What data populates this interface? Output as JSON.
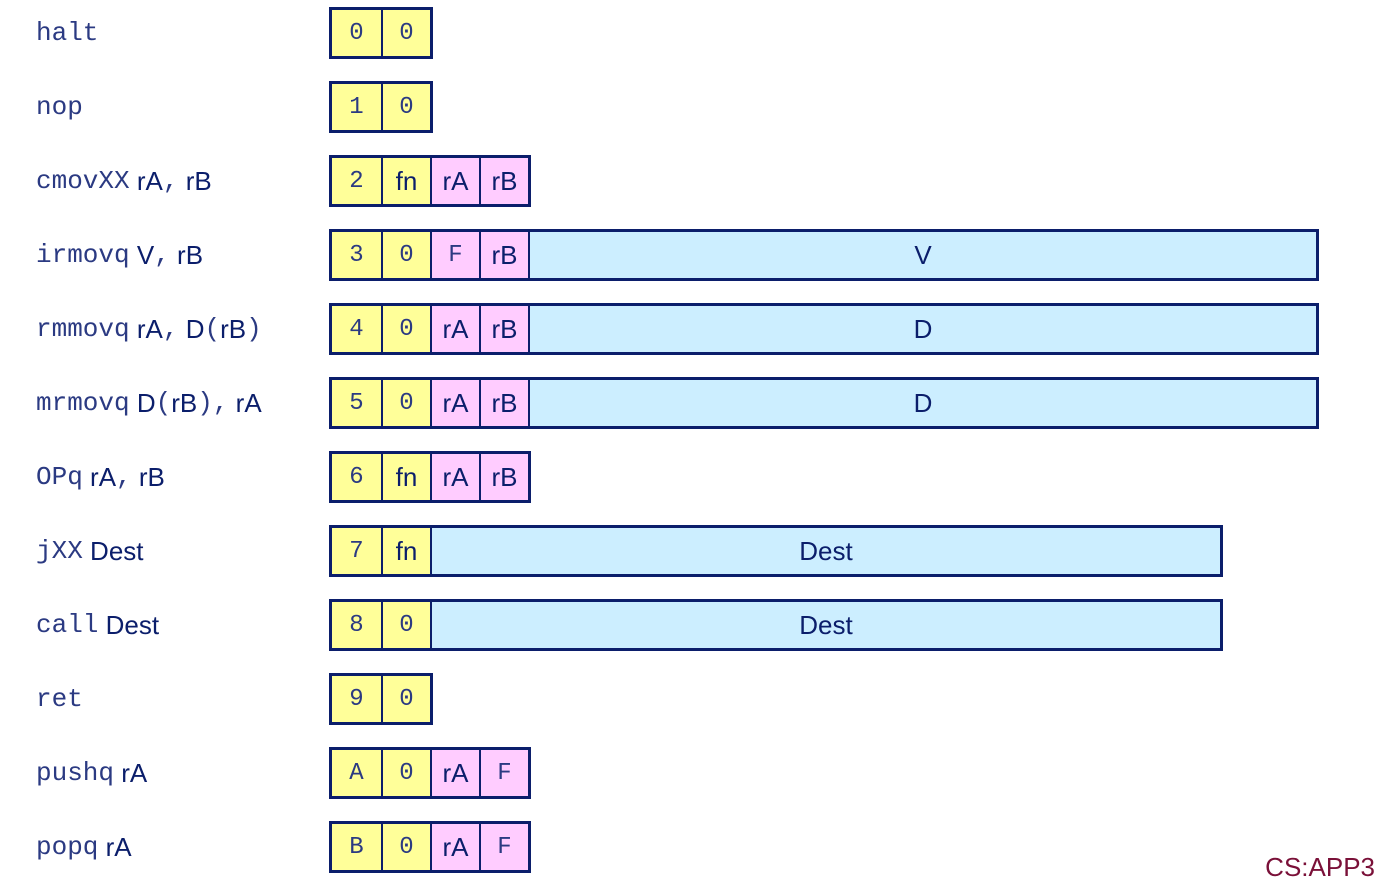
{
  "rows": [
    {
      "id": "halt",
      "label": [
        {
          "t": "halt",
          "s": "m"
        }
      ],
      "cells": [
        {
          "t": "0",
          "c": "yellow",
          "f": "m"
        },
        {
          "t": "0",
          "c": "yellow",
          "f": "m"
        }
      ]
    },
    {
      "id": "nop",
      "label": [
        {
          "t": "nop",
          "s": "m"
        }
      ],
      "cells": [
        {
          "t": "1",
          "c": "yellow",
          "f": "m"
        },
        {
          "t": "0",
          "c": "yellow",
          "f": "m"
        }
      ]
    },
    {
      "id": "cmovxx",
      "label": [
        {
          "t": "cmovXX",
          "s": "m"
        },
        {
          "t": " rA",
          "s": "s"
        },
        {
          "t": ",",
          "s": "m"
        },
        {
          "t": " rB",
          "s": "s"
        }
      ],
      "cells": [
        {
          "t": "2",
          "c": "yellow",
          "f": "m"
        },
        {
          "t": "fn",
          "c": "yellow",
          "f": "s"
        },
        {
          "t": "rA",
          "c": "pink",
          "f": "s"
        },
        {
          "t": "rB",
          "c": "pink",
          "f": "s"
        }
      ]
    },
    {
      "id": "irmovq",
      "label": [
        {
          "t": "irmovq",
          "s": "m"
        },
        {
          "t": " V",
          "s": "s"
        },
        {
          "t": ",",
          "s": "m"
        },
        {
          "t": " rB",
          "s": "s"
        }
      ],
      "cells": [
        {
          "t": "3",
          "c": "yellow",
          "f": "m"
        },
        {
          "t": "0",
          "c": "yellow",
          "f": "m"
        },
        {
          "t": "F",
          "c": "pink",
          "f": "m"
        },
        {
          "t": "rB",
          "c": "pink",
          "f": "s"
        },
        {
          "t": "V",
          "c": "blue",
          "f": "s",
          "wide": 8
        }
      ]
    },
    {
      "id": "rmmovq",
      "label": [
        {
          "t": "rmmovq",
          "s": "m"
        },
        {
          "t": " rA",
          "s": "s"
        },
        {
          "t": ",",
          "s": "m"
        },
        {
          "t": " D",
          "s": "s"
        },
        {
          "t": "(",
          "s": "m"
        },
        {
          "t": "rB",
          "s": "s"
        },
        {
          "t": ")",
          "s": "m"
        }
      ],
      "cells": [
        {
          "t": "4",
          "c": "yellow",
          "f": "m"
        },
        {
          "t": "0",
          "c": "yellow",
          "f": "m"
        },
        {
          "t": "rA",
          "c": "pink",
          "f": "s"
        },
        {
          "t": "rB",
          "c": "pink",
          "f": "s"
        },
        {
          "t": "D",
          "c": "blue",
          "f": "s",
          "wide": 8
        }
      ]
    },
    {
      "id": "mrmovq",
      "label": [
        {
          "t": "mrmovq",
          "s": "m"
        },
        {
          "t": " D",
          "s": "s"
        },
        {
          "t": "(",
          "s": "m"
        },
        {
          "t": "rB",
          "s": "s"
        },
        {
          "t": "),",
          "s": "m"
        },
        {
          "t": " rA",
          "s": "s"
        }
      ],
      "cells": [
        {
          "t": "5",
          "c": "yellow",
          "f": "m"
        },
        {
          "t": "0",
          "c": "yellow",
          "f": "m"
        },
        {
          "t": "rA",
          "c": "pink",
          "f": "s"
        },
        {
          "t": "rB",
          "c": "pink",
          "f": "s"
        },
        {
          "t": "D",
          "c": "blue",
          "f": "s",
          "wide": 8
        }
      ]
    },
    {
      "id": "opq",
      "label": [
        {
          "t": "OPq",
          "s": "m"
        },
        {
          "t": " rA",
          "s": "s"
        },
        {
          "t": ",",
          "s": "m"
        },
        {
          "t": " rB",
          "s": "s"
        }
      ],
      "cells": [
        {
          "t": "6",
          "c": "yellow",
          "f": "m"
        },
        {
          "t": "fn",
          "c": "yellow",
          "f": "s"
        },
        {
          "t": "rA",
          "c": "pink",
          "f": "s"
        },
        {
          "t": "rB",
          "c": "pink",
          "f": "s"
        }
      ]
    },
    {
      "id": "jxx",
      "label": [
        {
          "t": "jXX",
          "s": "m"
        },
        {
          "t": " Dest",
          "s": "s"
        }
      ],
      "cells": [
        {
          "t": "7",
          "c": "yellow",
          "f": "m"
        },
        {
          "t": "fn",
          "c": "yellow",
          "f": "s"
        },
        {
          "t": "Dest",
          "c": "blue",
          "f": "s",
          "wide": 8
        }
      ]
    },
    {
      "id": "call",
      "label": [
        {
          "t": "call",
          "s": "m"
        },
        {
          "t": " Dest",
          "s": "s"
        }
      ],
      "cells": [
        {
          "t": "8",
          "c": "yellow",
          "f": "m"
        },
        {
          "t": "0",
          "c": "yellow",
          "f": "m"
        },
        {
          "t": "Dest",
          "c": "blue",
          "f": "s",
          "wide": 8
        }
      ]
    },
    {
      "id": "ret",
      "label": [
        {
          "t": "ret",
          "s": "m"
        }
      ],
      "cells": [
        {
          "t": "9",
          "c": "yellow",
          "f": "m"
        },
        {
          "t": "0",
          "c": "yellow",
          "f": "m"
        }
      ]
    },
    {
      "id": "pushq",
      "label": [
        {
          "t": "pushq",
          "s": "m"
        },
        {
          "t": " rA",
          "s": "s"
        }
      ],
      "cells": [
        {
          "t": "A",
          "c": "yellow",
          "f": "m"
        },
        {
          "t": "0",
          "c": "yellow",
          "f": "m"
        },
        {
          "t": "rA",
          "c": "pink",
          "f": "s"
        },
        {
          "t": "F",
          "c": "pink",
          "f": "m"
        }
      ]
    },
    {
      "id": "popq",
      "label": [
        {
          "t": "popq",
          "s": "m"
        },
        {
          "t": " rA",
          "s": "s"
        }
      ],
      "cells": [
        {
          "t": "B",
          "c": "yellow",
          "f": "m"
        },
        {
          "t": "0",
          "c": "yellow",
          "f": "m"
        },
        {
          "t": "rA",
          "c": "pink",
          "f": "s"
        },
        {
          "t": "F",
          "c": "pink",
          "f": "m"
        }
      ]
    }
  ],
  "footer": "CS:APP3"
}
